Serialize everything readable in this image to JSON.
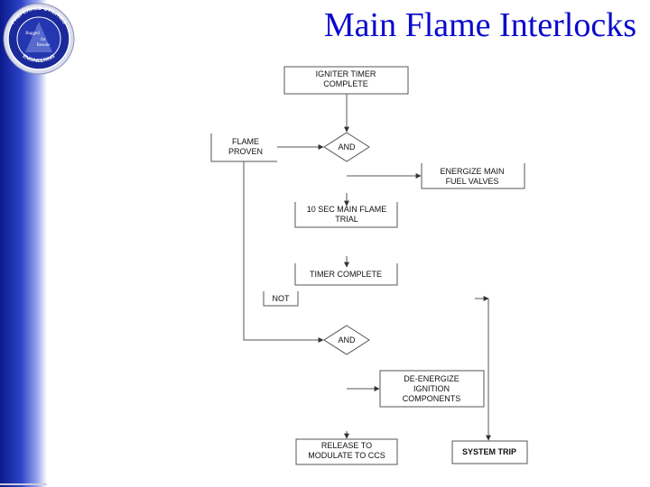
{
  "title": "Main Flame Interlocks",
  "logo": {
    "ring_top": "PREFERRED UTILITIES",
    "ring_bottom": "ENGINEERING",
    "center_line1": "Rugged",
    "center_line2": "for",
    "center_line3": "Results"
  },
  "diagram": {
    "igniter_timer": [
      "IGNITER TIMER",
      "COMPLETE"
    ],
    "flame_proven": [
      "FLAME",
      "PROVEN"
    ],
    "and_1": "AND",
    "energize_fuel": [
      "ENERGIZE MAIN",
      "FUEL VALVES"
    ],
    "main_flame_trial": [
      "10 SEC MAIN FLAME",
      "TRIAL"
    ],
    "timer_complete": "TIMER COMPLETE",
    "not": "NOT",
    "and_2": "AND",
    "de_energize": [
      "DE-ENERGIZE",
      "IGNITION",
      "COMPONENTS"
    ],
    "release": [
      "RELEASE TO",
      "MODULATE TO CCS"
    ],
    "system_trip": "SYSTEM TRIP"
  },
  "colors": {
    "title": "#0a0acc",
    "sidebar_dark": "#0a1a8c",
    "line": "#555555"
  }
}
